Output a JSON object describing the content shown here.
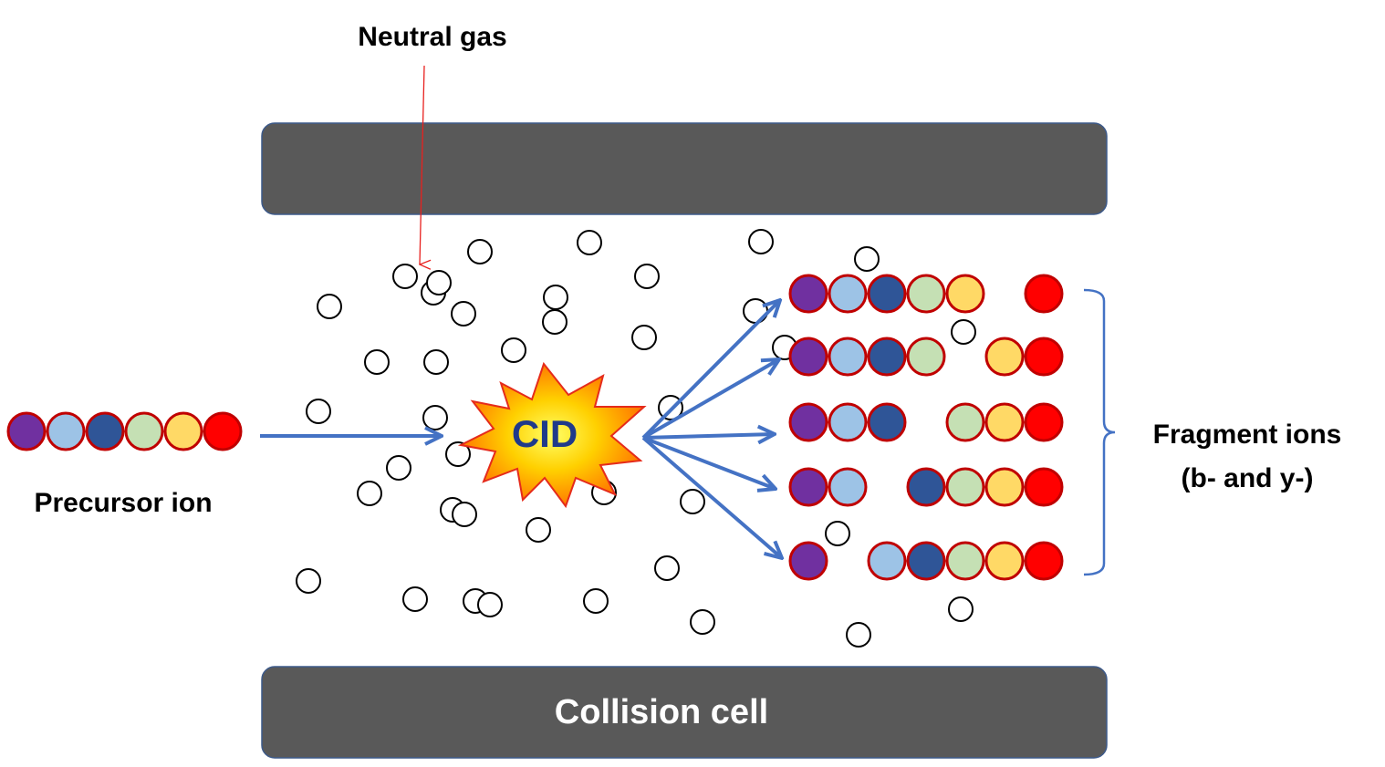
{
  "labels": {
    "neutral_gas": "Neutral gas",
    "precursor_ion": "Precursor ion",
    "cid": "CID",
    "fragment_ions_line1": "Fragment ions",
    "fragment_ions_line2": "(b- and y-)",
    "collision_cell": "Collision cell"
  },
  "colors": {
    "plate": "#595959",
    "plate_border": "#3d5a8a",
    "arrow": "#4472c4",
    "gas_arrow": "#e8201e",
    "residue_border": "#c00000",
    "purple": "#7030a0",
    "light_blue": "#9dc3e6",
    "dark_blue": "#2f5597",
    "light_green": "#c5e0b4",
    "yellow": "#ffd966",
    "red": "#ff0000",
    "cid_text": "#1f3a8a"
  },
  "precursor_sequence": [
    "purple",
    "light_blue",
    "dark_blue",
    "light_green",
    "yellow",
    "red"
  ],
  "fragment_pairs": [
    {
      "b": [
        "purple",
        "light_blue",
        "dark_blue",
        "light_green",
        "yellow"
      ],
      "y": [
        "red"
      ]
    },
    {
      "b": [
        "purple",
        "light_blue",
        "dark_blue",
        "light_green"
      ],
      "y": [
        "yellow",
        "red"
      ]
    },
    {
      "b": [
        "purple",
        "light_blue",
        "dark_blue"
      ],
      "y": [
        "light_green",
        "yellow",
        "red"
      ]
    },
    {
      "b": [
        "purple",
        "light_blue"
      ],
      "y": [
        "dark_blue",
        "light_green",
        "yellow",
        "red"
      ]
    },
    {
      "b": [
        "purple"
      ],
      "y": [
        "light_blue",
        "dark_blue",
        "light_green",
        "yellow",
        "red"
      ]
    }
  ]
}
